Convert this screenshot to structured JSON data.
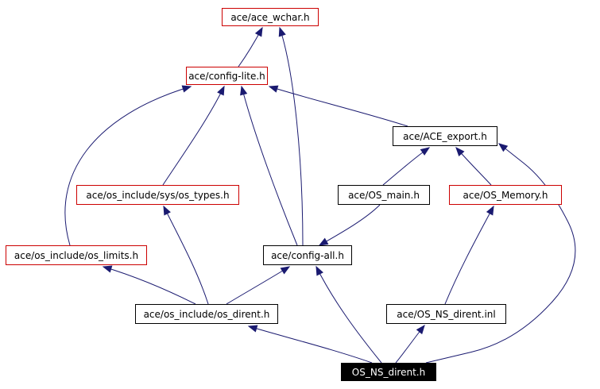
{
  "diagram": {
    "nodes": {
      "ace_wchar": {
        "label": "ace/ace_wchar.h",
        "border_color": "#cc0000"
      },
      "config_lite": {
        "label": "ace/config-lite.h",
        "border_color": "#cc0000"
      },
      "ace_export": {
        "label": "ace/ACE_export.h",
        "border_color": "#000000"
      },
      "os_types": {
        "label": "ace/os_include/sys/os_types.h",
        "border_color": "#cc0000"
      },
      "os_main": {
        "label": "ace/OS_main.h",
        "border_color": "#000000"
      },
      "os_memory": {
        "label": "ace/OS_Memory.h",
        "border_color": "#cc0000"
      },
      "os_limits": {
        "label": "ace/os_include/os_limits.h",
        "border_color": "#cc0000"
      },
      "config_all": {
        "label": "ace/config-all.h",
        "border_color": "#000000"
      },
      "os_dirent": {
        "label": "ace/os_include/os_dirent.h",
        "border_color": "#000000"
      },
      "os_ns_dirent_inl": {
        "label": "ace/OS_NS_dirent.inl",
        "border_color": "#000000"
      },
      "os_ns_dirent_h": {
        "label": "OS_NS_dirent.h",
        "background": "#000000",
        "text_color": "#ffffff"
      }
    },
    "edges": [
      {
        "from": "config_lite",
        "to": "ace_wchar"
      },
      {
        "from": "config_all",
        "to": "ace_wchar"
      },
      {
        "from": "os_types",
        "to": "config_lite"
      },
      {
        "from": "os_limits",
        "to": "config_lite"
      },
      {
        "from": "config_all",
        "to": "config_lite"
      },
      {
        "from": "ace_export",
        "to": "config_lite"
      },
      {
        "from": "os_main",
        "to": "ace_export"
      },
      {
        "from": "os_memory",
        "to": "ace_export"
      },
      {
        "from": "os_ns_dirent_h",
        "to": "ace_export"
      },
      {
        "from": "os_main",
        "to": "config_all"
      },
      {
        "from": "os_ns_dirent_inl",
        "to": "os_memory"
      },
      {
        "from": "os_dirent",
        "to": "os_types"
      },
      {
        "from": "os_dirent",
        "to": "os_limits"
      },
      {
        "from": "os_dirent",
        "to": "config_all"
      },
      {
        "from": "os_ns_dirent_h",
        "to": "os_dirent"
      },
      {
        "from": "os_ns_dirent_h",
        "to": "config_all"
      },
      {
        "from": "os_ns_dirent_h",
        "to": "os_ns_dirent_inl"
      }
    ],
    "edge_color": "#1a1a70"
  }
}
